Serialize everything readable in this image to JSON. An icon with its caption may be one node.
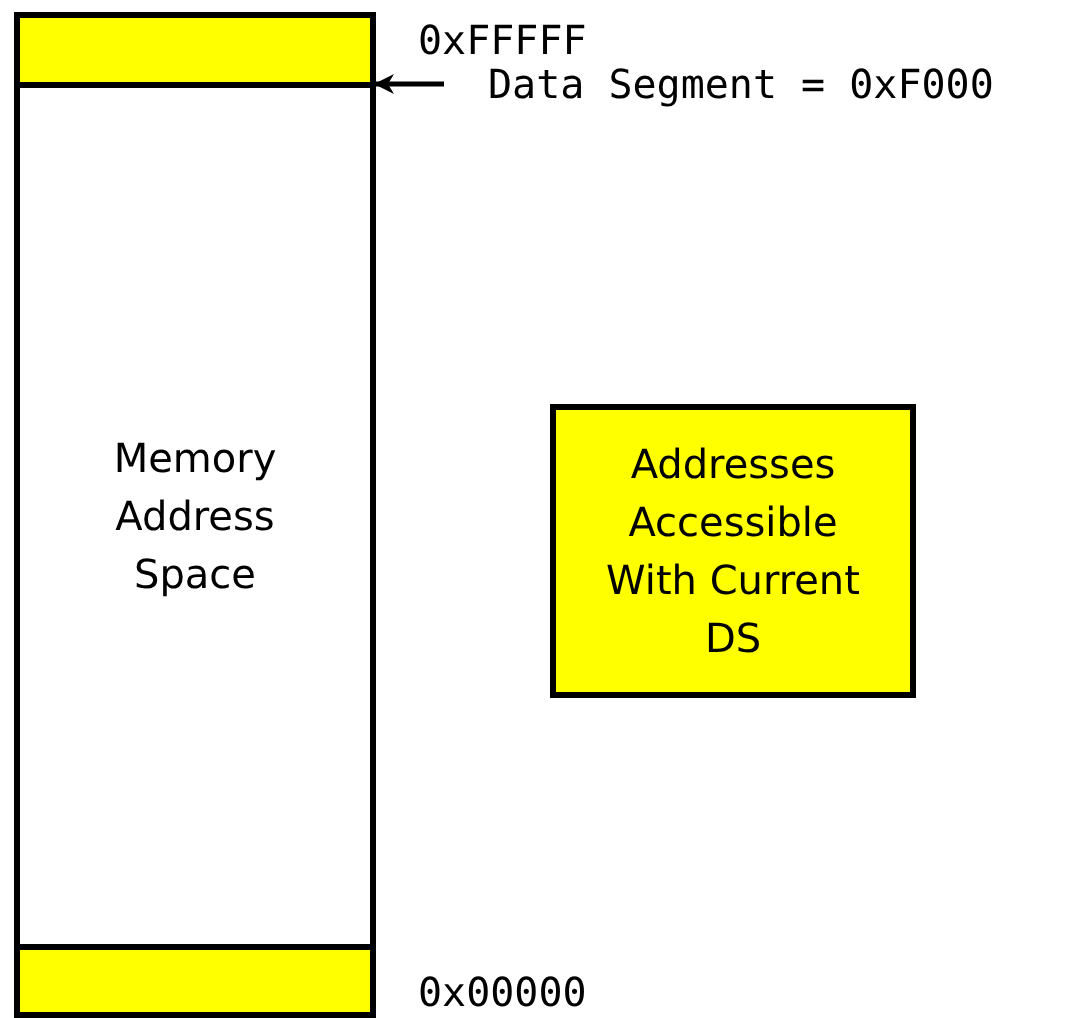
{
  "diagram": {
    "nodes": [
      {
        "text": [],
        "shape": "bar"
      },
      {
        "text": [
          "Memory Address Space"
        ]
      },
      {
        "text": [],
        "shape": "bar"
      },
      {
        "text": [
          "Addresses Accessible With Current DS"
        ]
      },
      {
        "text": [
          "Data Segment = 0xF000"
        ]
      }
    ],
    "edges": [
      {
        "from": 4,
        "to": 0,
        "arrow": "to"
      }
    ],
    "labels": [
      "0xFFFFF",
      "0x00000"
    ]
  }
}
